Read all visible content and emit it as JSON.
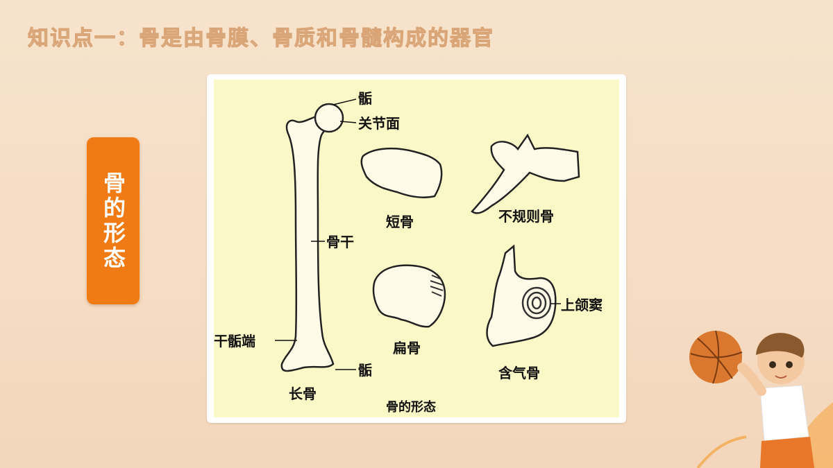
{
  "slide": {
    "title": "知识点一：骨是由骨膜、骨质和骨髓构成的器官",
    "side_label": "骨的形态"
  },
  "figure": {
    "labels": {
      "epiphysis_top": "骺",
      "articular_surface": "关节面",
      "diaphysis": "骨干",
      "metaphysis": "干骺端",
      "epiphysis_bottom": "骺",
      "long_bone": "长骨",
      "short_bone": "短骨",
      "irregular_bone": "不规则骨",
      "flat_bone": "扁骨",
      "maxillary_sinus": "上颌窦",
      "pneumatic_bone": "含气骨",
      "caption": "骨的形态"
    }
  },
  "colors": {
    "accent": "#f07b14",
    "title": "#e8c09a",
    "figure_bg": "#fbf8c8"
  }
}
